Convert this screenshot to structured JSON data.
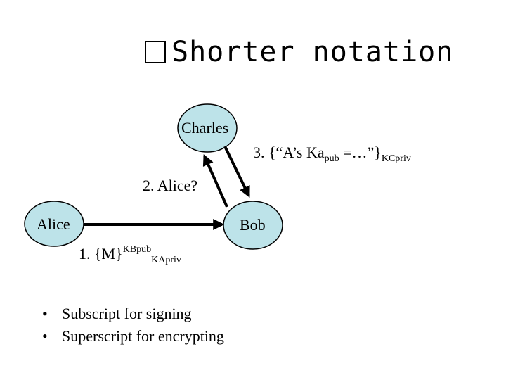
{
  "title": "Shorter notation",
  "nodes": {
    "charles": "Charles",
    "alice": "Alice",
    "bob": "Bob"
  },
  "messages": {
    "m1": {
      "prefix": "1. {M}",
      "sup": "KBpub",
      "sub": "KApriv"
    },
    "m2": {
      "text": "2. Alice?"
    },
    "m3": {
      "prefix": "3. {“A’s Ka",
      "sub1": "pub",
      "middle": " =…”}",
      "sub2": "KCpriv"
    }
  },
  "bullets": [
    "Subscript for signing",
    "Superscript for encrypting"
  ],
  "colors": {
    "node_fill": "#bde3e9",
    "arrow": "#000000"
  }
}
